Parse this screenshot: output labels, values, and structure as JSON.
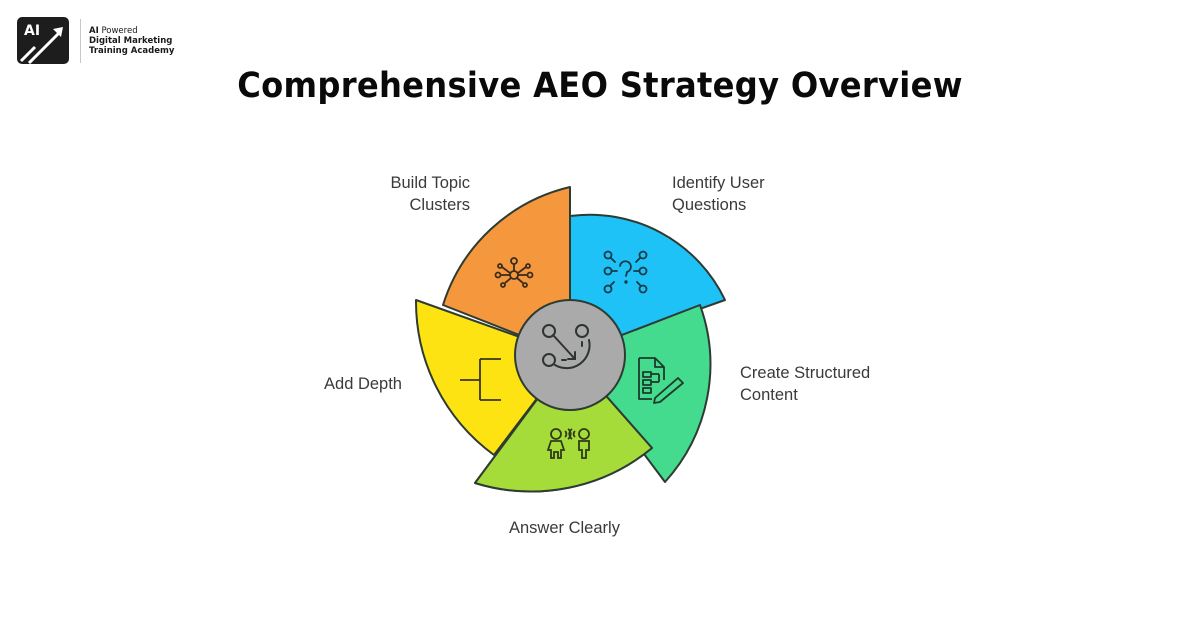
{
  "logo": {
    "mark_text": "AI",
    "line1_bold": "AI",
    "line1_rest": " Powered",
    "line2": "Digital Marketing",
    "line3": "Training Academy"
  },
  "title": "Comprehensive AEO Strategy Overview",
  "center": {
    "icon": "cycle-arrows-icon",
    "color": "#aaaaaa"
  },
  "segments": [
    {
      "id": "build-topic-clusters",
      "label_line1": "Build Topic",
      "label_line2": "Clusters",
      "color": "#f5973d",
      "icon": "network-hub-icon"
    },
    {
      "id": "identify-user-questions",
      "label_line1": "Identify User",
      "label_line2": "Questions",
      "color": "#1ec2f7",
      "icon": "question-network-icon"
    },
    {
      "id": "create-structured-content",
      "label_line1": "Create Structured",
      "label_line2": "Content",
      "color": "#45db8e",
      "icon": "document-edit-icon"
    },
    {
      "id": "answer-clearly",
      "label_line1": "Answer Clearly",
      "label_line2": "",
      "color": "#a6dc39",
      "icon": "people-talking-icon"
    },
    {
      "id": "add-depth",
      "label_line1": "Add Depth",
      "label_line2": "",
      "color": "#fde312",
      "icon": "bracket-tree-icon"
    }
  ],
  "outline_color": "#2e3b33"
}
